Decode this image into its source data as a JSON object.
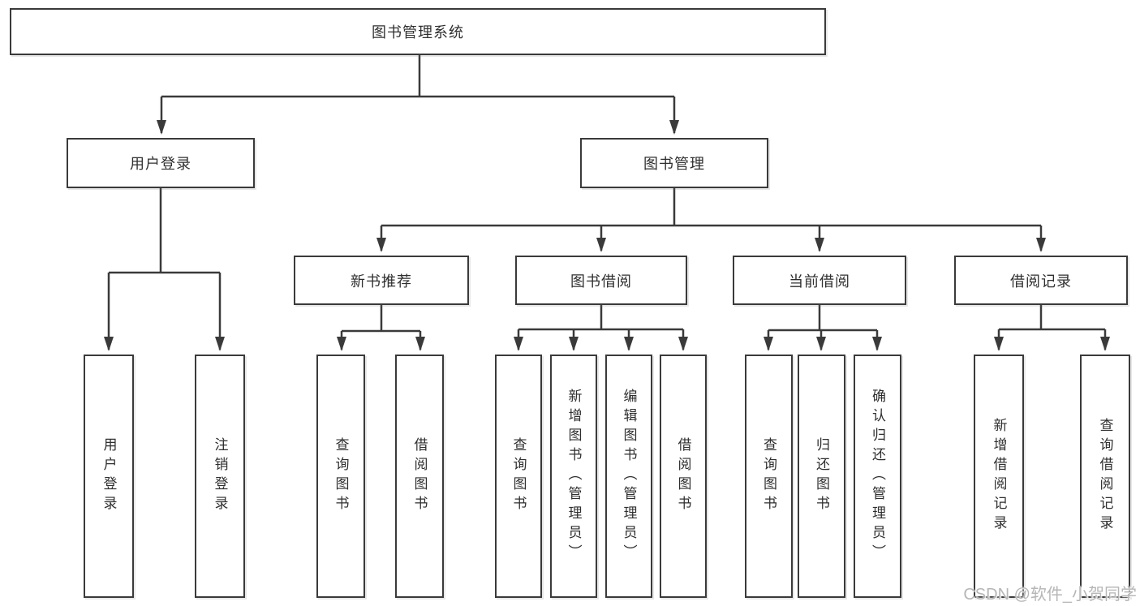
{
  "tree": {
    "root": "图书管理系统",
    "user_login": {
      "label": "用户登录",
      "children": [
        "用户登录",
        "注销登录"
      ]
    },
    "book_management": {
      "label": "图书管理",
      "groups": [
        {
          "label": "新书推荐",
          "children": [
            "查询图书",
            "借阅图书"
          ]
        },
        {
          "label": "图书借阅",
          "children": [
            "查询图书",
            "新增图书（管理员）",
            "编辑图书（管理员）",
            "借阅图书"
          ]
        },
        {
          "label": "当前借阅",
          "children": [
            "查询图书",
            "归还图书",
            "确认归还（管理员）"
          ]
        },
        {
          "label": "借阅记录",
          "children": [
            "新增借阅记录",
            "查询借阅记录"
          ]
        }
      ]
    }
  },
  "watermark": "CSDN @软件_小贺同学",
  "colors": {
    "line": "#3a3a3a",
    "box_border": "#3a3a3a",
    "text": "#2f2f2f",
    "background": "#ffffff",
    "watermark": "#b6b6b6"
  }
}
